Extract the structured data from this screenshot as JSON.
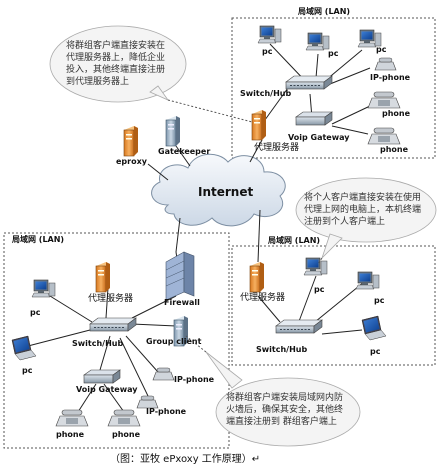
{
  "lan_label": "局域网 (LAN)",
  "internet": "Internet",
  "nodes": {
    "pc": "pc",
    "ip_phone": "IP-phone",
    "phone": "phone",
    "switch_hub": "Switch/Hub",
    "voip_gateway": "Voip Gateway",
    "proxy_server": "代理服务器",
    "firewall": "Firewall",
    "group_client": "Group client",
    "eproxy": "eproxy",
    "gatekeeper": "Gatekeeper"
  },
  "notes": {
    "top_left": [
      "将群组客户端直接安装在",
      "代理服务器上，降低企业",
      "投入，其他终端直接注册",
      "到代理服务器上"
    ],
    "right": [
      "将个人客户端直接安装在使用",
      "代理上网的电脑上，本机终端",
      "注册到个人客户端上"
    ],
    "bottom": [
      "将群组客户端安装局域网内防",
      "火墙后，确保其安全，其他终",
      "端直接注册到 群组客户端上"
    ]
  },
  "caption": "（图：亚牧 ePxoxy 工作原理）↵",
  "colors": {
    "cloud": "#e6edf6",
    "server": "#f0a040",
    "server2": "#9fb4c8",
    "switch": "#b9c6d2",
    "note_bg": "#f4f4f4"
  }
}
